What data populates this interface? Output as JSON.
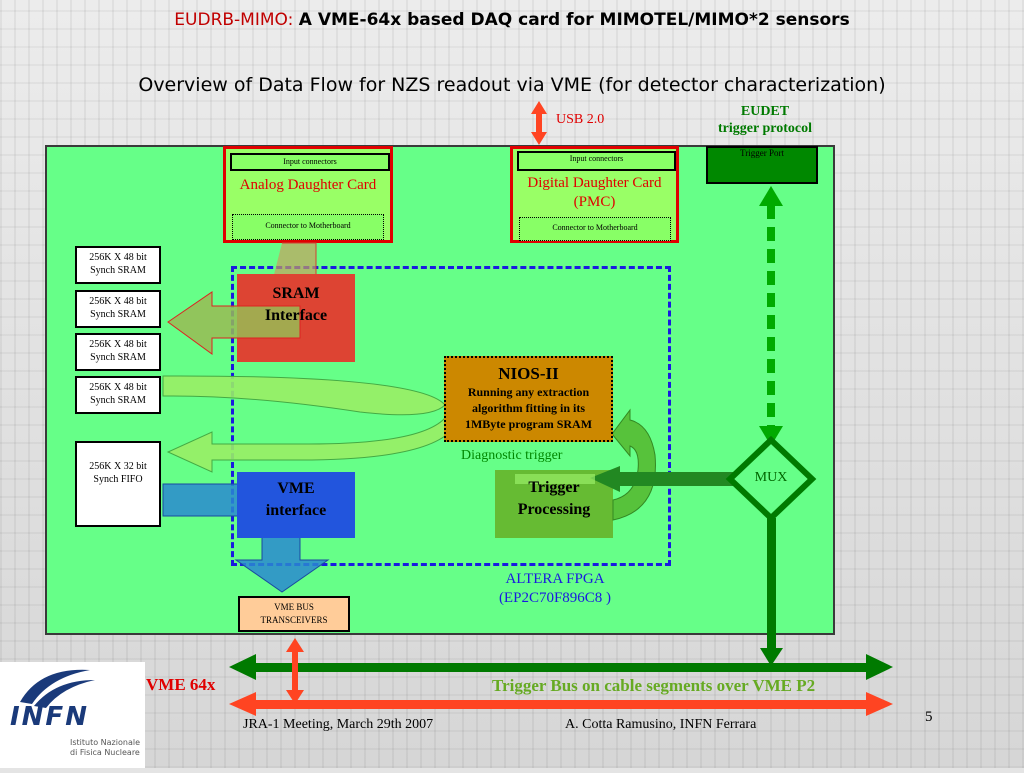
{
  "title": {
    "prefix": "EUDRB-MIMO:",
    "main": "A VME-64x based DAQ card for MIMOTEL/MIMO*2 sensors"
  },
  "subtitle": "Overview of Data Flow for NZS readout via VME (for detector characterization)",
  "usb": "USB 2.0",
  "eudet": {
    "line1": "EUDET",
    "line2": "trigger protocol"
  },
  "analog_card": {
    "top": "Input connectors",
    "title": "Analog Daughter Card",
    "bottom": "Connector to Motherboard"
  },
  "digital_card": {
    "top": "Input connectors",
    "title1": "Digital Daughter Card",
    "title2": "(PMC)",
    "bottom": "Connector to Motherboard"
  },
  "trigger_port": "Trigger Port",
  "srams": [
    {
      "l1": "256K X 48 bit",
      "l2": "Synch SRAM"
    },
    {
      "l1": "256K X 48 bit",
      "l2": "Synch SRAM"
    },
    {
      "l1": "256K X 48 bit",
      "l2": "Synch SRAM"
    },
    {
      "l1": "256K X 48 bit",
      "l2": "Synch SRAM"
    }
  ],
  "fifo": {
    "l1": "256K X 32 bit",
    "l2": "Synch FIFO"
  },
  "sram_interface": {
    "l1": "SRAM",
    "l2": "Interface"
  },
  "nios": {
    "title": "NIOS-II",
    "l1": "Running any extraction",
    "l2": "algorithm fitting in its",
    "l3": "1MByte program SRAM"
  },
  "diagnostic": "Diagnostic trigger",
  "vme_interface": {
    "l1": "VME",
    "l2": "interface"
  },
  "trigger_processing": {
    "l1": "Trigger",
    "l2": "Processing"
  },
  "mux": "MUX",
  "fpga": {
    "l1": "ALTERA FPGA",
    "l2": "(EP2C70F896C8 )"
  },
  "vme_bus": {
    "l1": "VME BUS",
    "l2": "TRANSCEIVERS"
  },
  "vme64x": "VME 64x",
  "trigger_bus": "Trigger Bus on cable segments over VME P2",
  "footer": {
    "meeting": "JRA-1 Meeting, March 29th 2007",
    "author": "A. Cotta Ramusino, INFN Ferrara",
    "page": "5"
  },
  "logo": {
    "name": "INFN",
    "l1": "Istituto Nazionale",
    "l2": "di Fisica Nucleare"
  },
  "colors": {
    "red": "#e00000",
    "board": "#66ff88",
    "dark_green": "#007a00",
    "arrow_red": "#ff4422"
  }
}
